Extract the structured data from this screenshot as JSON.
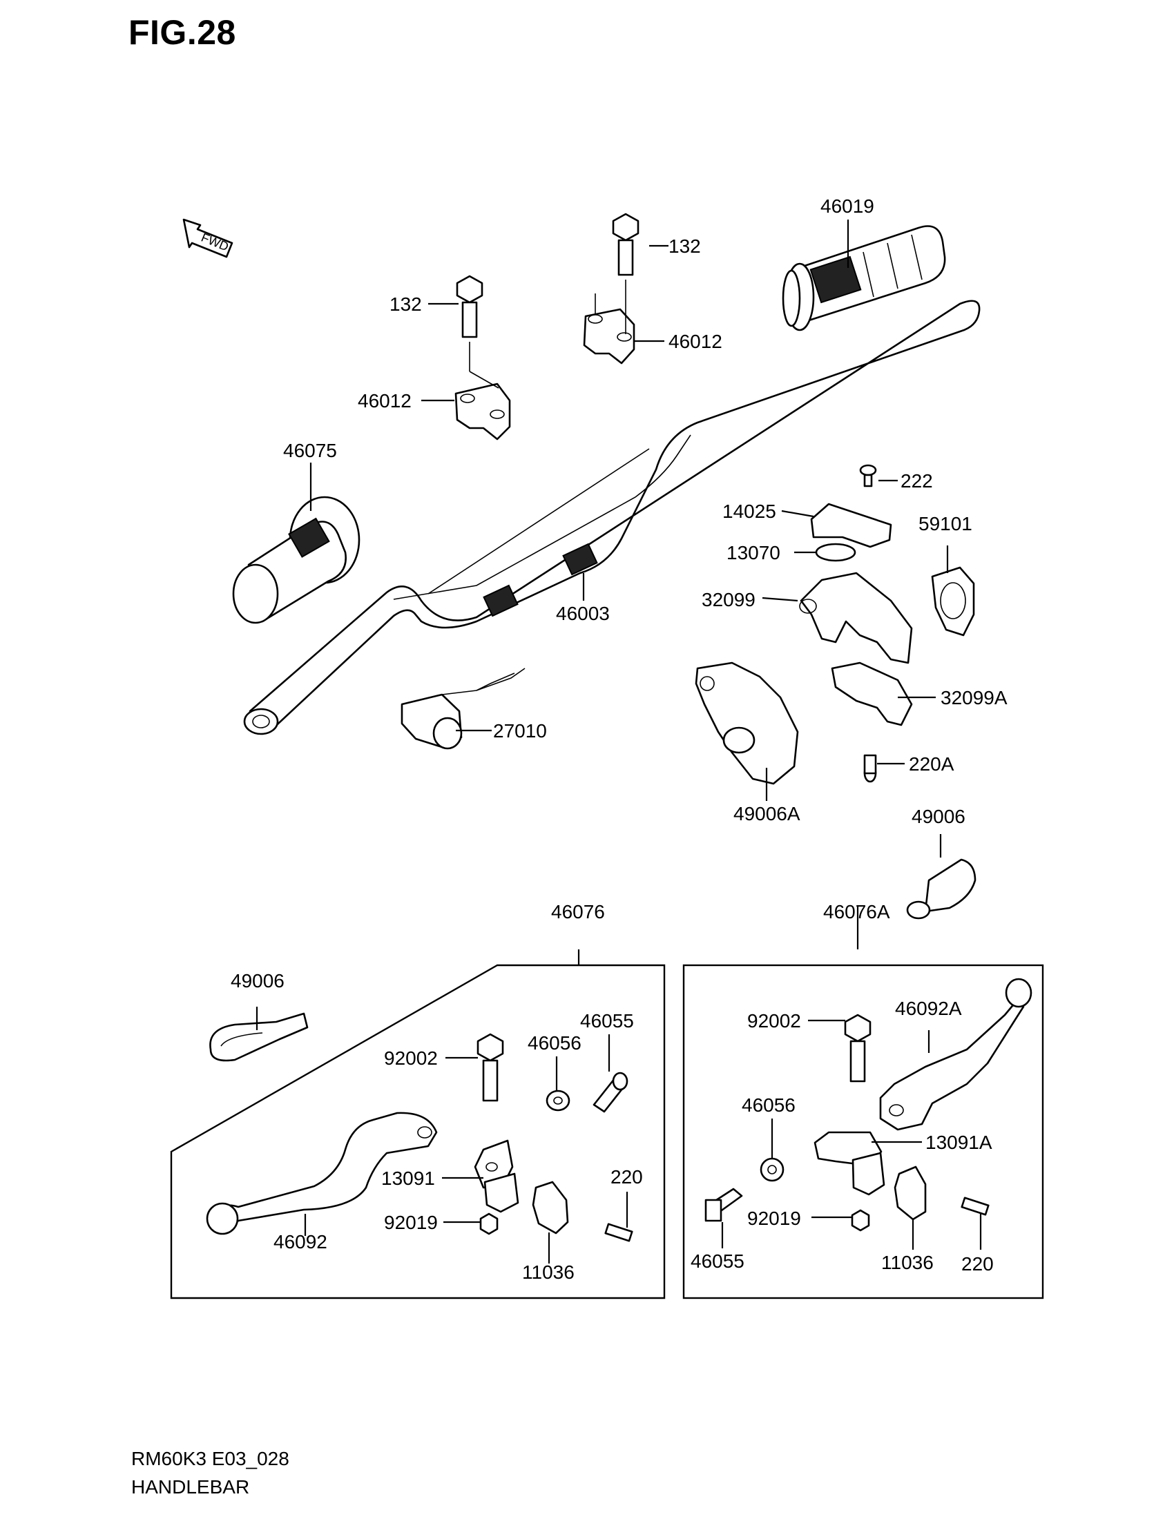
{
  "figure_title": "FIG.28",
  "fwd_arrow_text": "FWD",
  "footer": {
    "model_code": "RM60K3 E03_028",
    "section_name": "HANDLEBAR"
  },
  "callouts": {
    "c46019": "46019",
    "c132a": "132",
    "c132b": "132",
    "c46012a": "46012",
    "c46012b": "46012",
    "c46075": "46075",
    "c46003": "46003",
    "c27010": "27010",
    "c222": "222",
    "c14025": "14025",
    "c13070": "13070",
    "c59101": "59101",
    "c32099": "32099",
    "c32099A": "32099A",
    "c220A": "220A",
    "c49006A": "49006A",
    "c49006a": "49006",
    "c46076A": "46076A",
    "c46076": "46076",
    "c49006b": "49006",
    "c92002a": "92002",
    "c46056a": "46056",
    "c46055a": "46055",
    "c13091": "13091",
    "c220a": "220",
    "c92019a": "92019",
    "c46092": "46092",
    "c11036a": "11036",
    "c92002b": "92002",
    "c46092A": "46092A",
    "c46056b": "46056",
    "c13091A": "13091A",
    "c92019b": "92019",
    "c46055b": "46055",
    "c11036b": "11036",
    "c220b": "220"
  }
}
